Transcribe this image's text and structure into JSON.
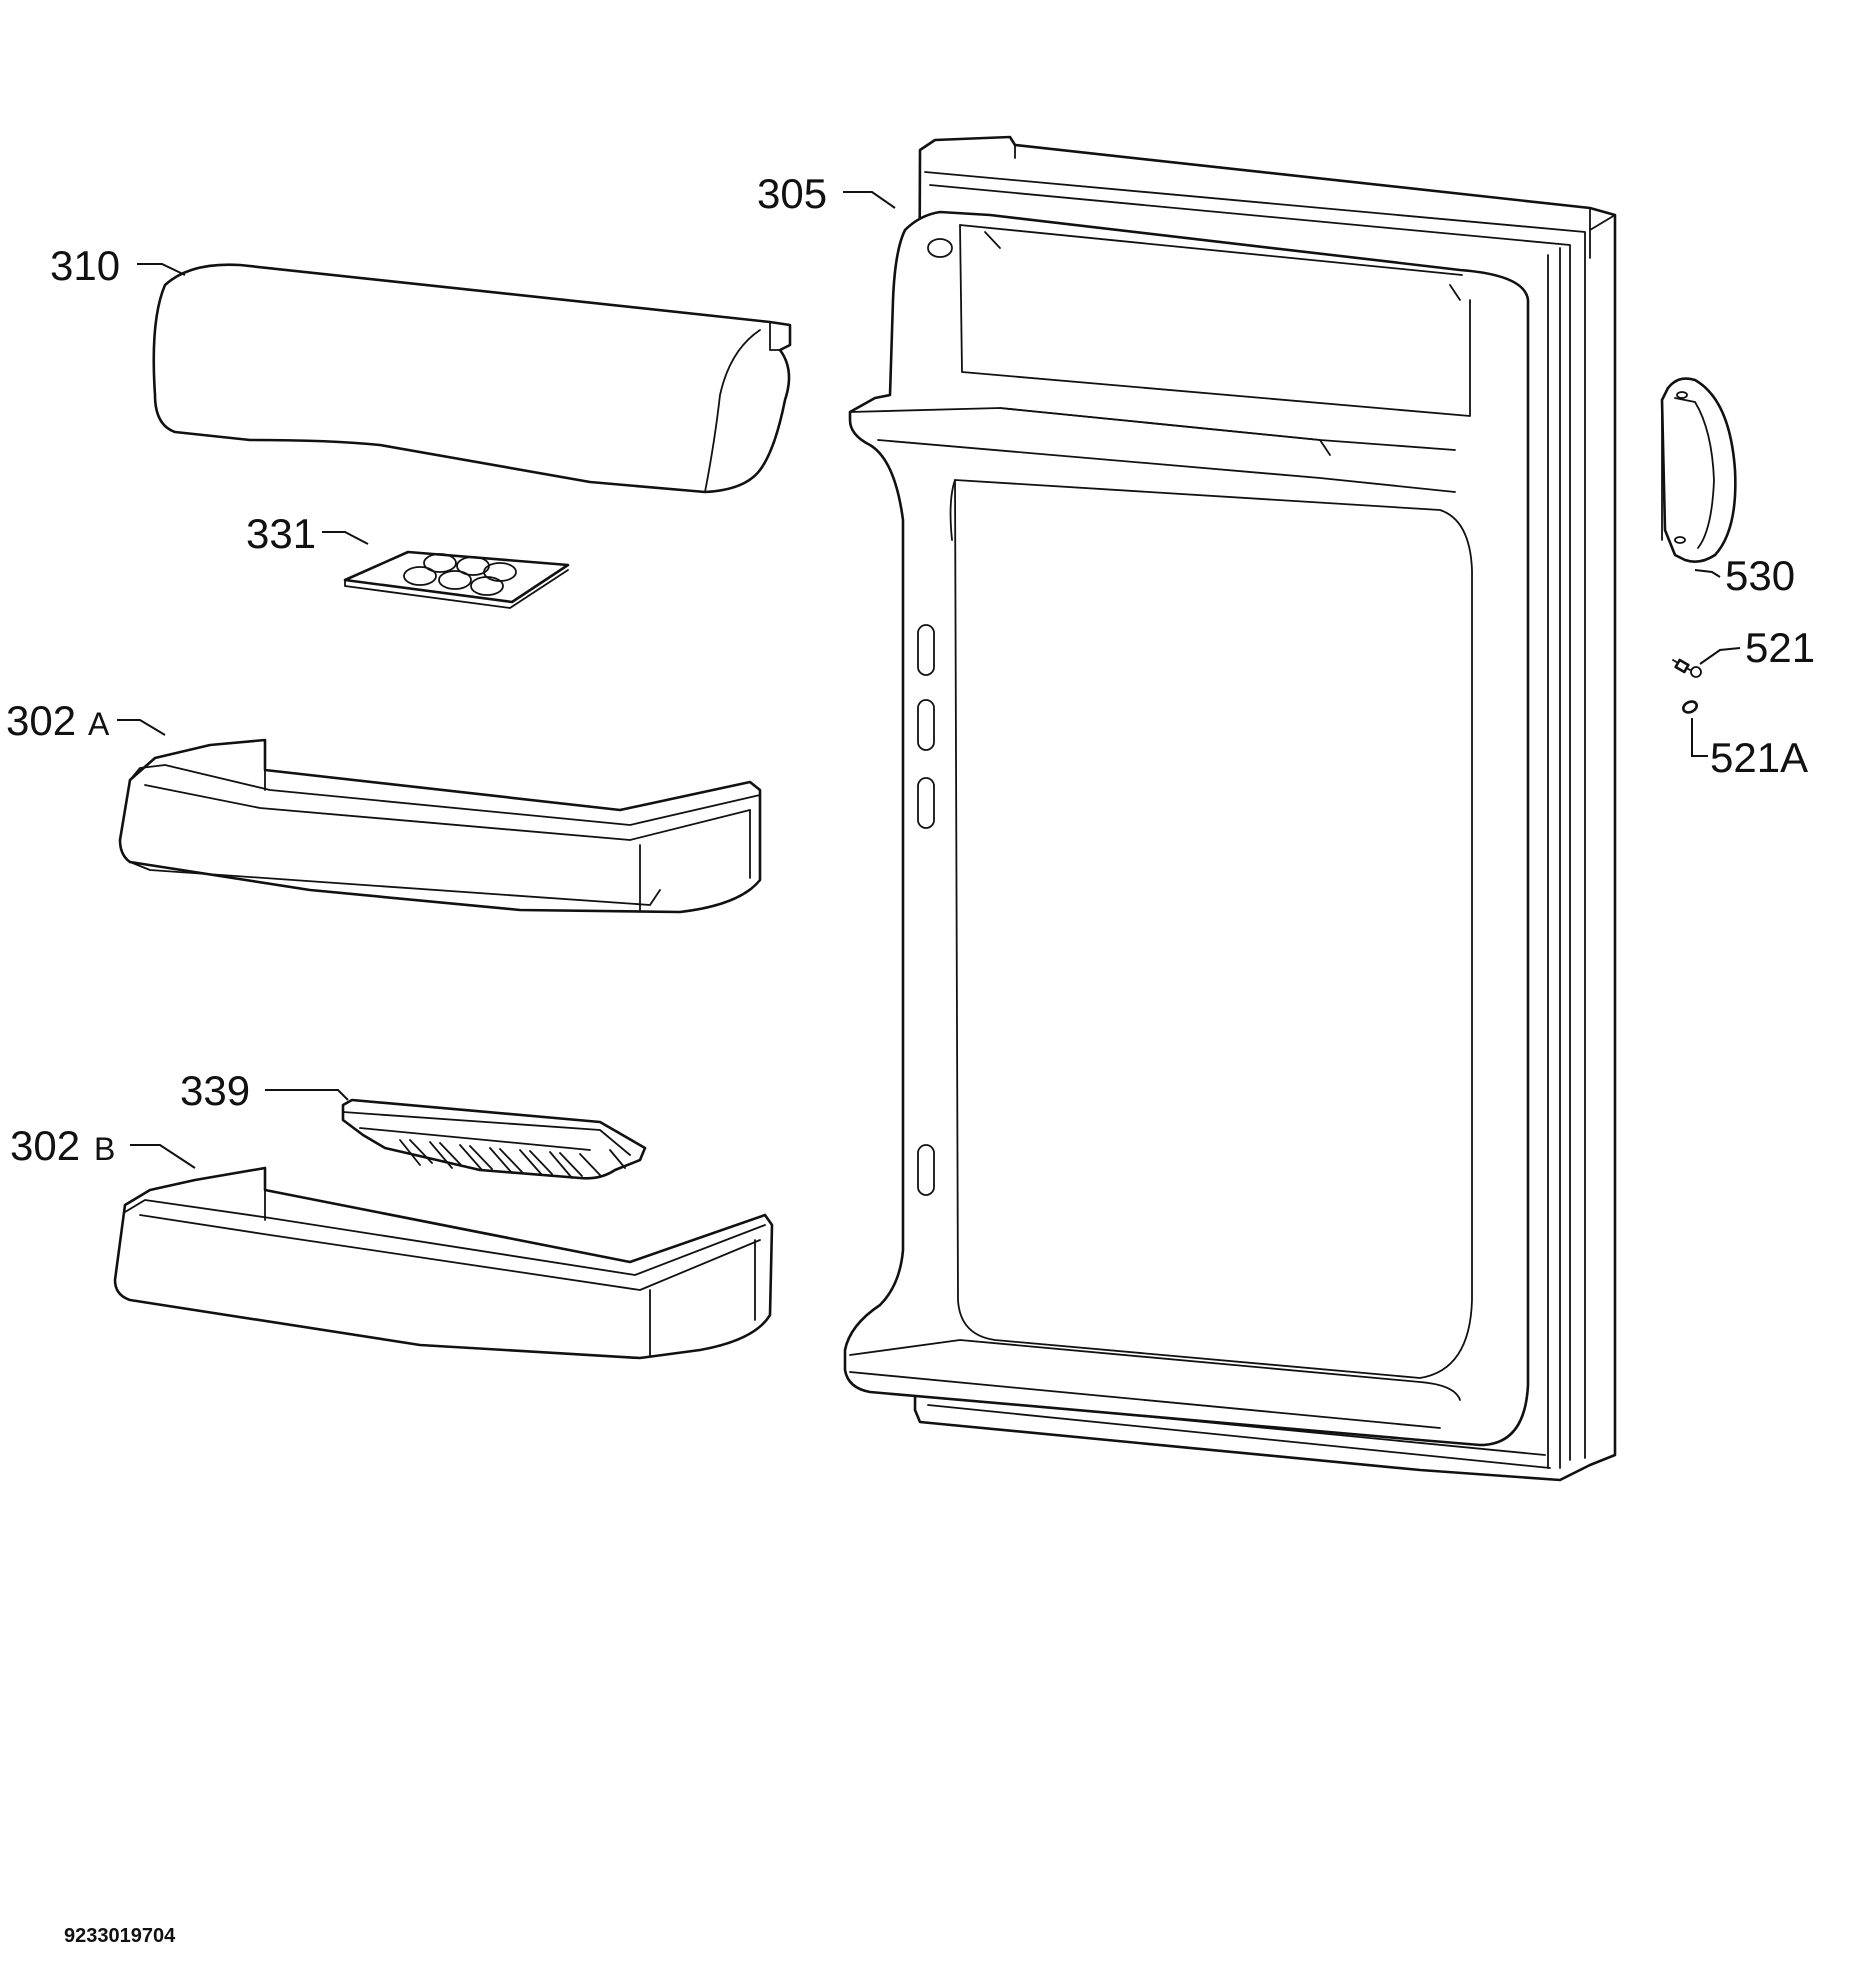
{
  "callouts": {
    "c305": "305",
    "c310": "310",
    "c331": "331",
    "c302a_num": "302",
    "c302a_suffix": "A",
    "c302b_num": "302",
    "c302b_suffix": "B",
    "c339": "339",
    "c530": "530",
    "c521": "521",
    "c521a": "521A"
  },
  "document_id": "9233019704"
}
